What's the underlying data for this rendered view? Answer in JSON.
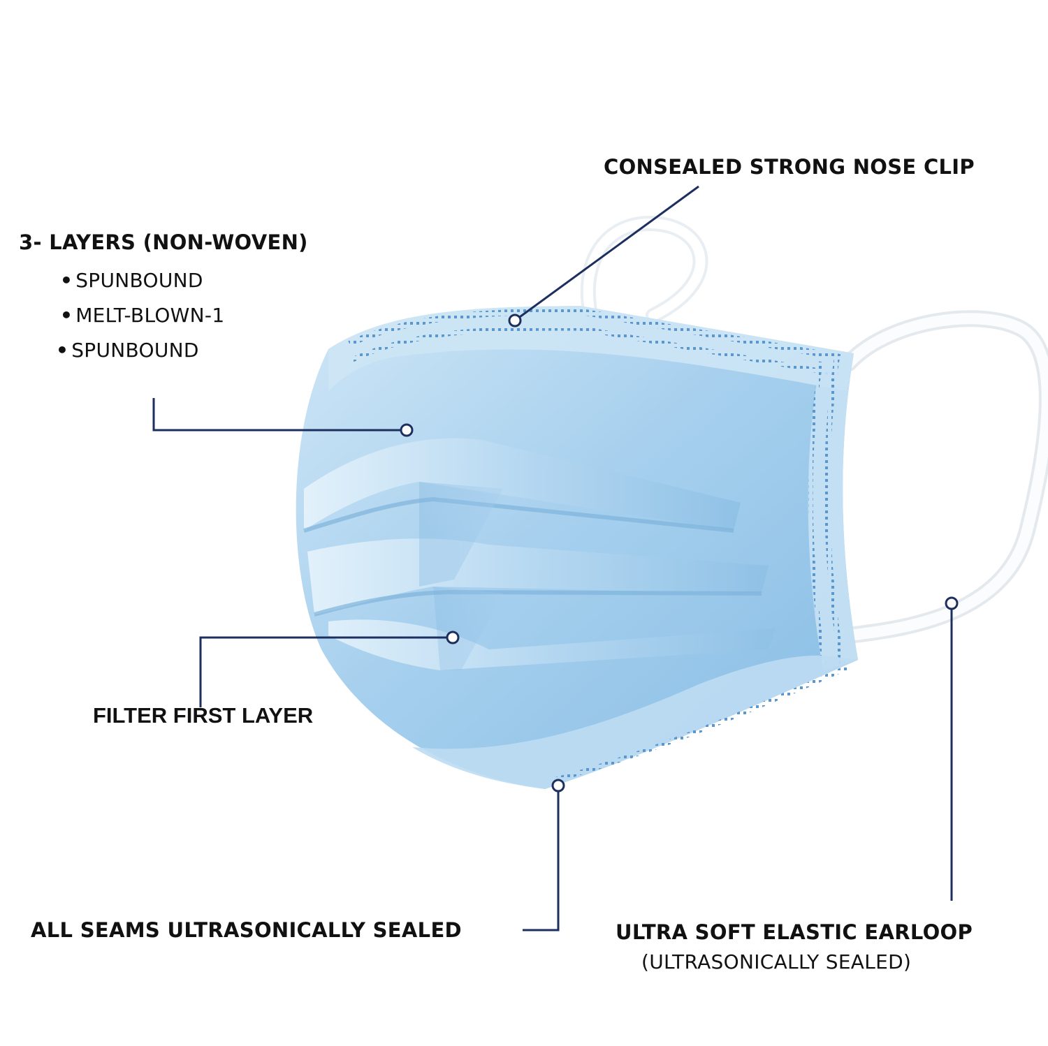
{
  "labels": {
    "nose_clip": "CONSEALED STRONG NOSE CLIP",
    "layers_title": "3- LAYERS (NON-WOVEN)",
    "layers": [
      "SPUNBOUND",
      "MELT-BLOWN-1",
      "SPUNBOUND"
    ],
    "filter": "FILTER FIRST LAYER",
    "seams": "ALL SEAMS ULTRASONICALLY SEALED",
    "earloop": "ULTRA SOFT ELASTIC EARLOOP",
    "earloop_sub": "(ULTRASONICALLY SEALED)"
  },
  "icons": {
    "bullet": "•"
  },
  "colors": {
    "leader_line": "#1c2f5e",
    "mask_blue": "#9cc8e8",
    "mask_light": "#cfe6f6",
    "mask_dark": "#6fa9d6",
    "earloop": "#f7f9fb",
    "text": "#111111"
  }
}
